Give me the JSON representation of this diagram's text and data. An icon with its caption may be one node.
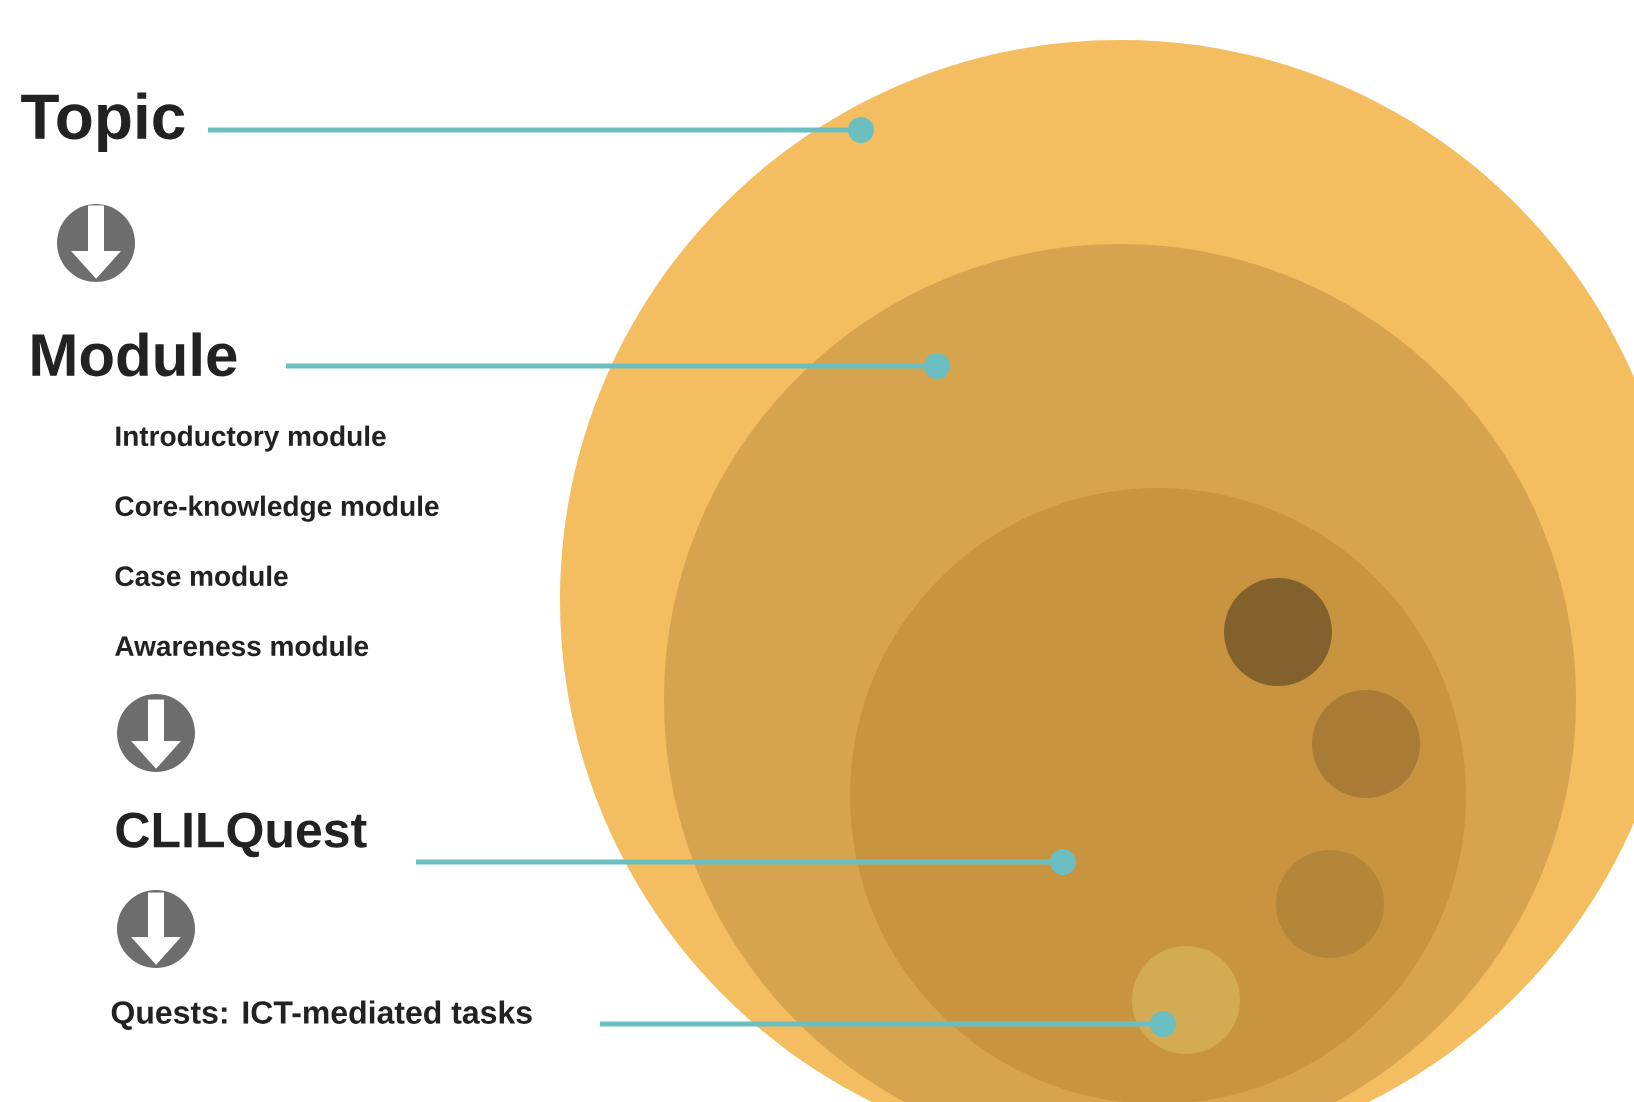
{
  "diagram": {
    "nodes": [
      {
        "text": [
          "Topic"
        ]
      },
      {
        "text": [
          "Module",
          "Introductory module",
          "Core-knowledge module",
          "Case module",
          "Awareness module"
        ]
      },
      {
        "text": [
          "CLILQuest"
        ]
      },
      {
        "text": [
          "Quests: ICT-mediated tasks"
        ]
      },
      {
        "text": [],
        "shape": "circle"
      },
      {
        "text": [],
        "shape": "circle",
        "in": 4
      },
      {
        "text": [],
        "shape": "circle",
        "in": 5
      },
      {
        "text": [],
        "shape": "circle",
        "in": 6
      },
      {
        "text": [],
        "shape": "circle",
        "in": 6
      },
      {
        "text": [],
        "shape": "circle",
        "in": 6
      },
      {
        "text": [],
        "shape": "circle",
        "in": 6
      }
    ],
    "edges": [
      {
        "from": 0,
        "to": 1,
        "arrow": "to",
        "style": "thick",
        "color": "#ffffff"
      },
      {
        "from": 1,
        "to": 2,
        "arrow": "to",
        "style": "thick",
        "color": "#ffffff"
      },
      {
        "from": 2,
        "to": 3,
        "arrow": "to",
        "style": "thick",
        "color": "#ffffff"
      },
      {
        "from": 0,
        "to": 4,
        "arrow": "other"
      },
      {
        "from": 1,
        "to": 5,
        "arrow": "other"
      },
      {
        "from": 2,
        "to": 6,
        "arrow": "other"
      },
      {
        "from": 3,
        "to": 10,
        "arrow": "other"
      }
    ]
  }
}
